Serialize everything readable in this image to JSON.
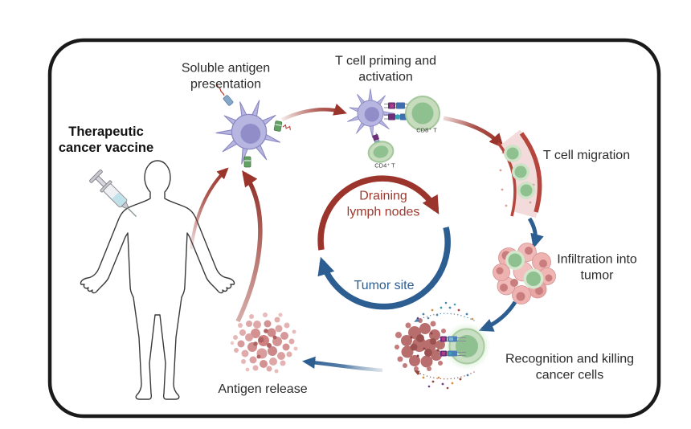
{
  "labels": {
    "vaccine": {
      "line1": "Therapeutic",
      "line2": "cancer vaccine"
    },
    "soluble": {
      "line1": "Soluble antigen",
      "line2": "presentation"
    },
    "priming": {
      "line1": "T cell priming and",
      "line2": "activation"
    },
    "migration": "T cell migration",
    "infiltration": {
      "line1": "Infiltration into",
      "line2": "tumor"
    },
    "recognition": {
      "line1": "Recognition and killing",
      "line2": "cancer cells"
    },
    "antigen_release": "Antigen release",
    "cycle": {
      "draining": {
        "line1": "Draining",
        "line2": "lymph nodes"
      },
      "tumor_site": "Tumor site"
    },
    "cd8": "CD8⁺ T",
    "cd4": "CD4⁺ T"
  },
  "colors": {
    "cycle_red": "#9b342b",
    "cycle_blue": "#2d5e92",
    "draining_text": "#9c392f",
    "tumor_site_text": "#2d5e92",
    "dendritic_cell": "#b7b6e1",
    "t_cell": "#8fc08f",
    "tumor_cell": "#eeb2b0",
    "vessel_edge": "#b5453d",
    "border": "#1a1a1a",
    "background": "#ffffff"
  }
}
